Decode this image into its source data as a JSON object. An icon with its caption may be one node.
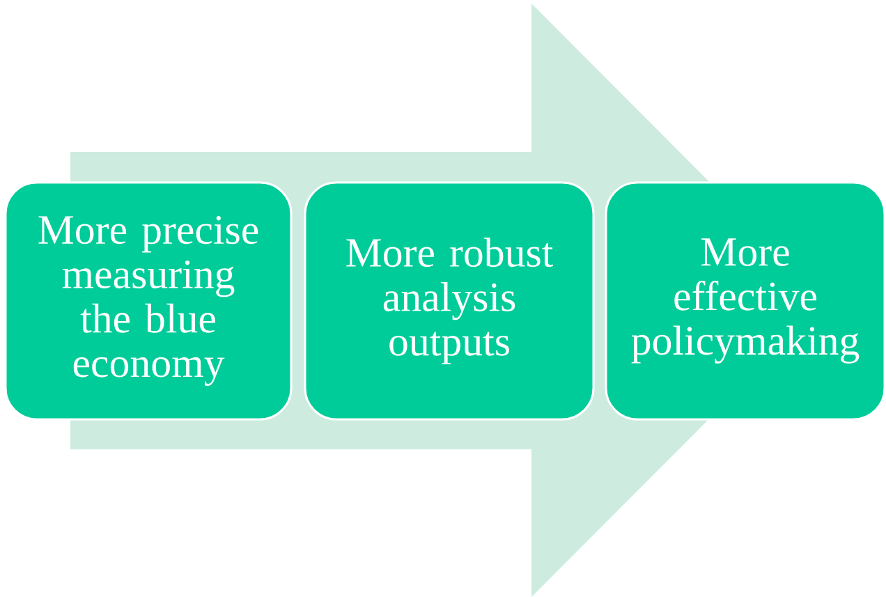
{
  "diagram": {
    "nodes": [
      {
        "text": [
          "More precise measuring the blue economy"
        ]
      },
      {
        "text": [
          "More robust analysis outputs"
        ]
      },
      {
        "text": [
          "More effective policymaking"
        ]
      }
    ],
    "edges": [
      {
        "from": 0,
        "to": 2,
        "arrow": "to"
      }
    ]
  }
}
